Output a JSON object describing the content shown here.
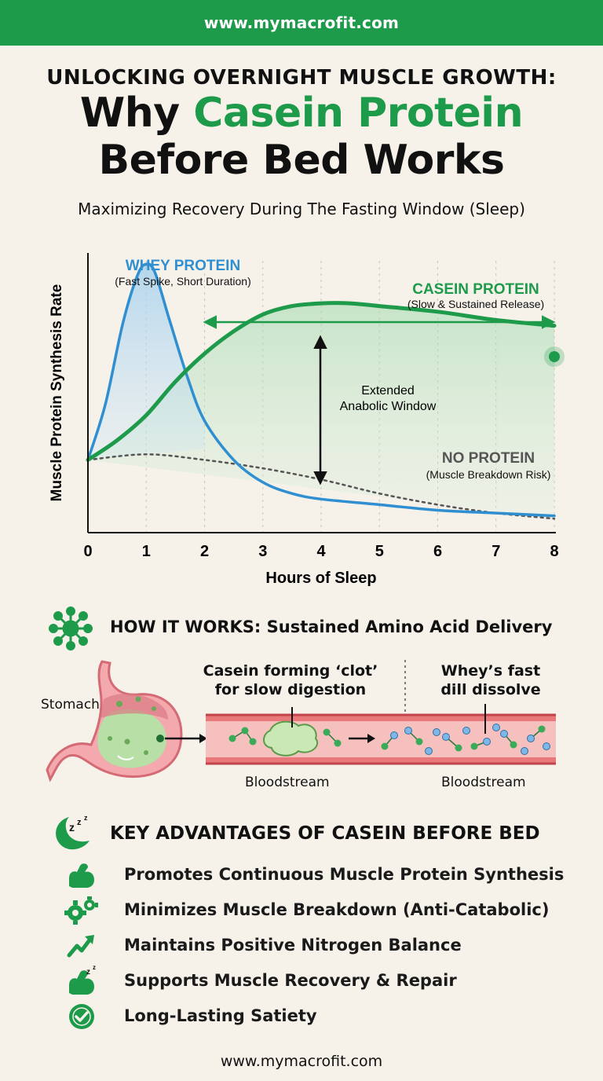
{
  "header": {
    "url": "www.mymacrofit.com"
  },
  "title": {
    "kicker": "UNLOCKING OVERNIGHT MUSCLE GROWTH:",
    "line1_prefix": "Why ",
    "line1_highlight": "Casein Protein",
    "line2": "Before Bed Works",
    "subtitle": "Maximizing Recovery During The Fasting Window (Sleep)"
  },
  "colors": {
    "brand_green": "#1e9a4b",
    "whey_blue": "#2f8fd1",
    "no_protein_gray": "#555555",
    "background": "#f6f2ea"
  },
  "chart_data": {
    "type": "line",
    "xlabel": "Hours of Sleep",
    "ylabel": "Muscle Protein Synthesis Rate",
    "x_ticks": [
      "0",
      "1",
      "2",
      "3",
      "4",
      "5",
      "6",
      "7",
      "8"
    ],
    "xlim": [
      0,
      8
    ],
    "ylim": [
      0,
      1
    ],
    "grid": "vertical dotted",
    "series": [
      {
        "name": "WHEY PROTEIN",
        "note": "(Fast Spike, Short Duration)",
        "color": "#2f8fd1",
        "x": [
          0,
          0.3,
          0.6,
          0.85,
          1.0,
          1.15,
          1.4,
          1.7,
          2.0,
          2.5,
          3.0,
          3.5,
          4.0,
          5.0,
          6.0,
          7.0,
          8.0
        ],
        "y": [
          0.26,
          0.46,
          0.75,
          0.92,
          0.96,
          0.93,
          0.76,
          0.56,
          0.4,
          0.26,
          0.18,
          0.14,
          0.12,
          0.1,
          0.08,
          0.07,
          0.06
        ]
      },
      {
        "name": "CASEIN PROTEIN",
        "note": "(Slow & Sustained Release)",
        "color": "#1e9a4b",
        "x": [
          0,
          0.5,
          1.0,
          1.5,
          2.0,
          2.5,
          3.0,
          3.5,
          4.0,
          4.5,
          5.0,
          6.0,
          7.0,
          8.0
        ],
        "y": [
          0.26,
          0.33,
          0.42,
          0.54,
          0.64,
          0.72,
          0.78,
          0.81,
          0.82,
          0.82,
          0.81,
          0.79,
          0.76,
          0.74
        ]
      },
      {
        "name": "NO PROTEIN",
        "note": "(Muscle Breakdown Risk)",
        "color": "#555555",
        "x": [
          0,
          1,
          2,
          3,
          4,
          5,
          6,
          7,
          8
        ],
        "y": [
          0.26,
          0.28,
          0.26,
          0.23,
          0.19,
          0.14,
          0.1,
          0.07,
          0.05
        ]
      }
    ],
    "annotations": [
      "Extended",
      "Anabolic Window"
    ]
  },
  "how_it_works": {
    "heading": "HOW IT WORKS: Sustained Amino Acid Delivery",
    "stomach_label": "Stomach",
    "casein_note_line1": "Casein forming ‘clot’",
    "casein_note_line2": "for slow digestion",
    "whey_note_line1": "Whey’s fast",
    "whey_note_line2": "dill dissolve",
    "blood_label_left": "Bloodstream",
    "blood_label_right": "Bloodstream"
  },
  "advantages": {
    "heading": "KEY ADVANTAGES OF CASEIN BEFORE BED",
    "items": [
      {
        "icon": "flexed-arm-icon",
        "label": "Promotes Continuous Muscle Protein Synthesis"
      },
      {
        "icon": "gears-icon",
        "label": "Minimizes Muscle Breakdown (Anti-Catabolic)"
      },
      {
        "icon": "trend-up-arrow-icon",
        "label": "Maintains Positive Nitrogen Balance"
      },
      {
        "icon": "sleeping-arm-icon",
        "label": "Supports Muscle Recovery & Repair"
      },
      {
        "icon": "check-circle-icon",
        "label": "Long-Lasting Satiety"
      }
    ]
  },
  "footer": {
    "url": "www.mymacrofit.com"
  }
}
